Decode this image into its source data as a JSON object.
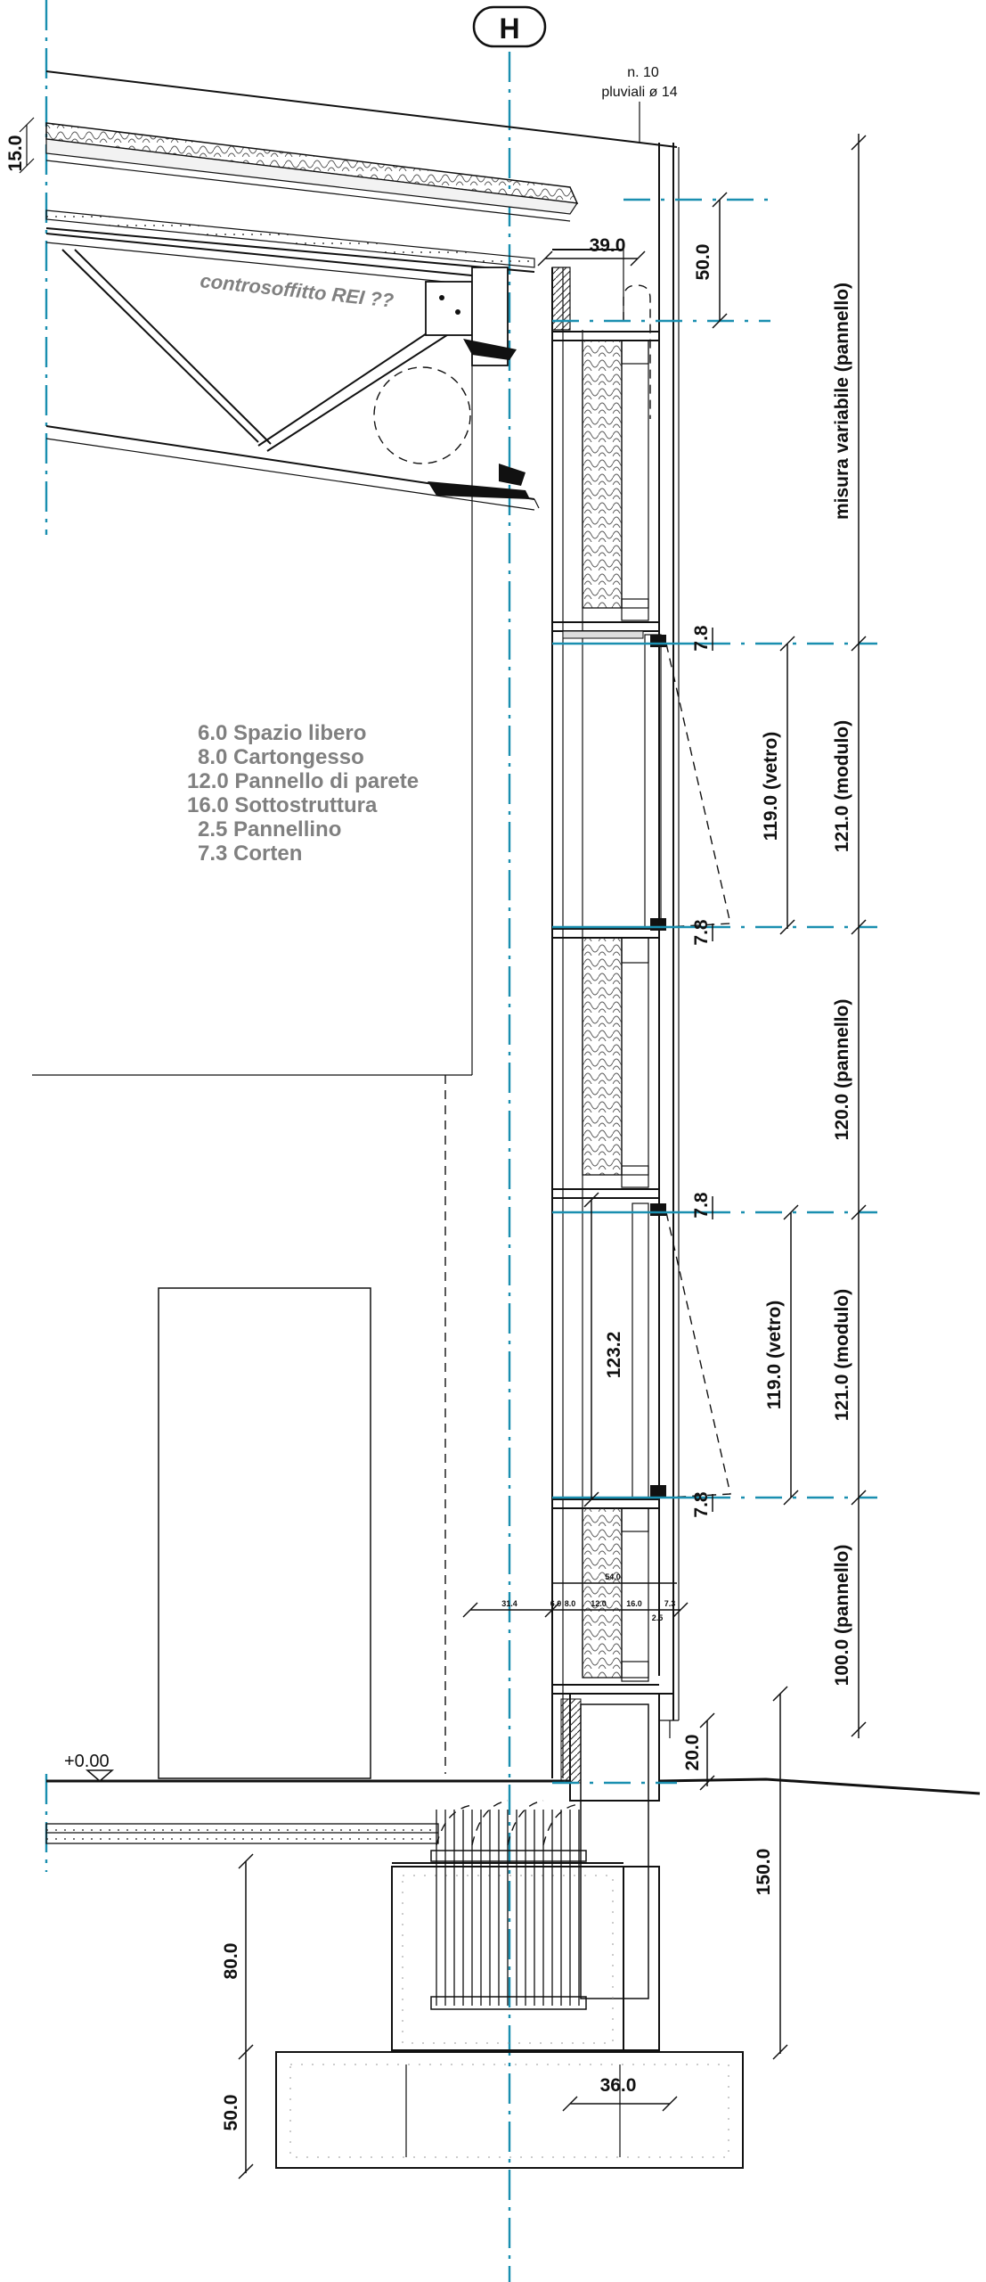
{
  "axis": {
    "label": "H"
  },
  "top_note": {
    "line1": "n. 10",
    "line2": "pluviali ø 14"
  },
  "ceiling_note": "controsoffitto REI ??",
  "layers": [
    "6.0 Spazio libero",
    "8.0 Cartongesso",
    "12.0 Pannello di parete",
    "16.0 Sottostruttura",
    "2.5 Pannellino",
    "7.3 Corten"
  ],
  "level_label": "+0.00",
  "dimensions": {
    "roof_thickness": "15.0",
    "gutter_width": "39.0",
    "gutter_depth": "50.0",
    "panel_variable": "misura variabile (pannello)",
    "joint_1": "7.8",
    "joint_2": "7.8",
    "joint_3": "7.8",
    "joint_4": "7.8",
    "glass_1": "119.0 (vetro)",
    "module_1": "121.0 (modulo)",
    "panel_120": "120.0 (pannello)",
    "glass_2": "119.0 (vetro)",
    "module_2": "121.0 (modulo)",
    "inner_height": "123.2",
    "panel_100": "100.0 (pannello)",
    "plinth_offset": "20.0",
    "foundation_height": "150.0",
    "footing_width": "36.0",
    "beam_depth": "80.0",
    "footing_depth": "50.0",
    "wall_total": "54.0",
    "wall_parts": [
      "31.4",
      "6.0",
      "8.0",
      "12.0",
      "16.0",
      "2.5",
      "7.3"
    ]
  }
}
